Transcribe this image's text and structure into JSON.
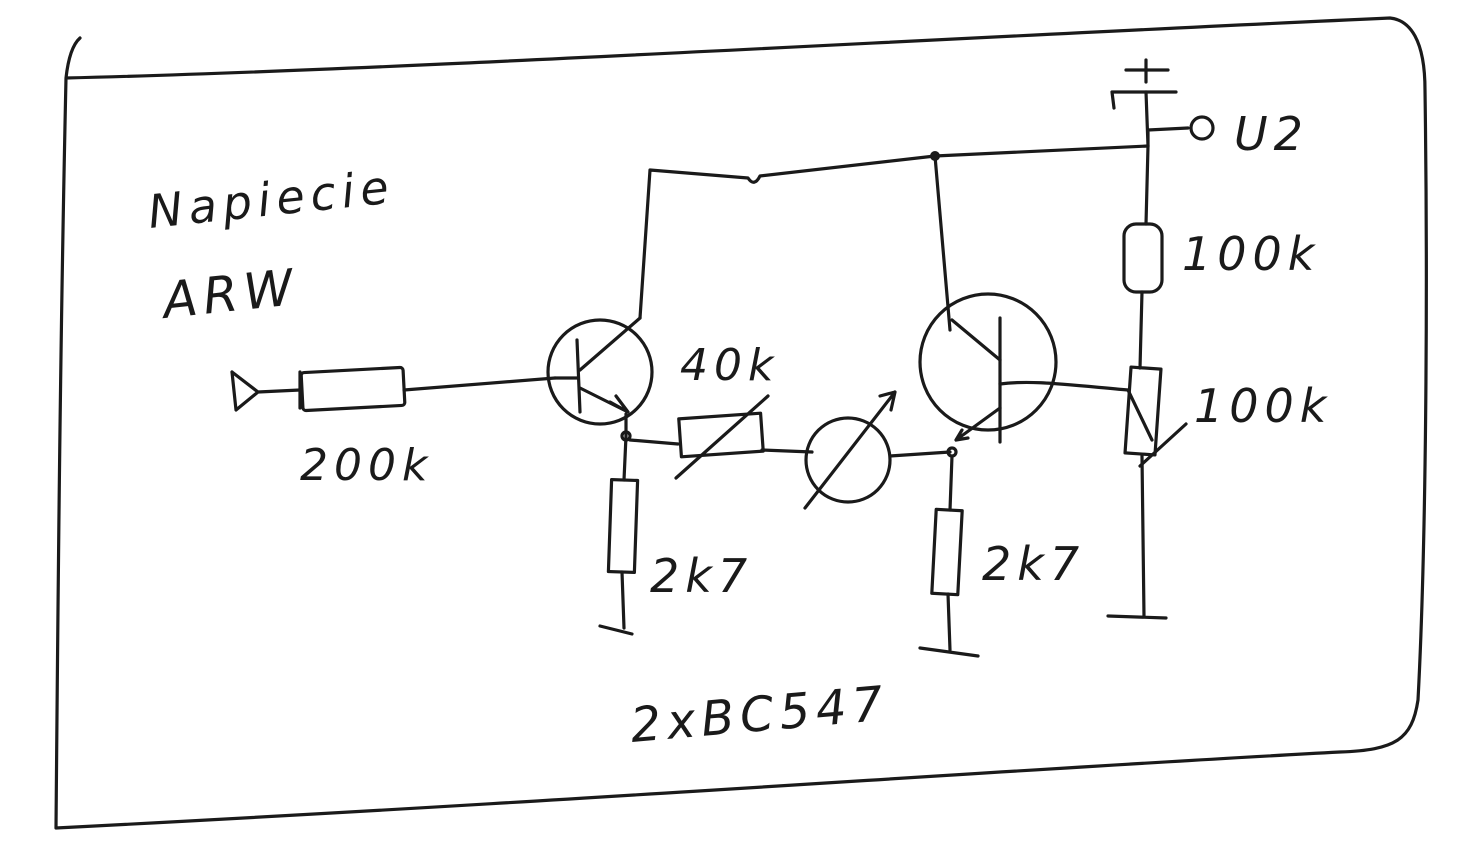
{
  "title_line1": "Napiecie",
  "title_line2": "ARW",
  "labels": {
    "r_input": "200k",
    "r_pot": "40k",
    "r_emitter_1": "2k7",
    "r_emitter_2": "2k7",
    "r_collector": "100k",
    "r_output_trim": "100k",
    "supply": "U2",
    "transistors": "2xBC547"
  }
}
